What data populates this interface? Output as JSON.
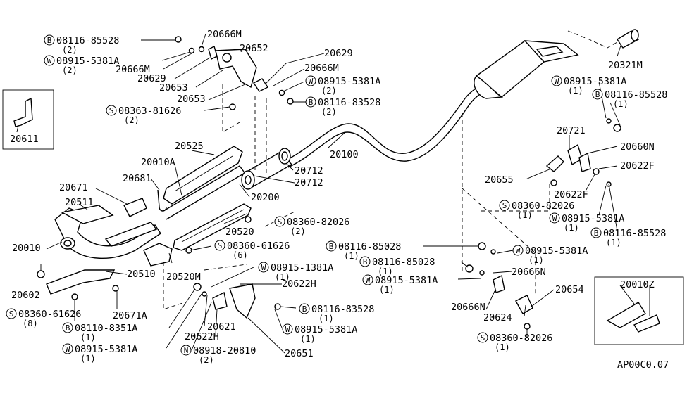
{
  "diagram_code": "AP00C0.07",
  "parts": {
    "p20321M": "20321M",
    "p20666M_a": "20666M",
    "p20666M_b": "20666M",
    "p20666M_c": "20666M",
    "p20652": "20652",
    "p20629_a": "20629",
    "p20629_b": "20629",
    "p20653_a": "20653",
    "p20653_b": "20653",
    "p20611": "20611",
    "p20525": "20525",
    "p20010A": "20010A",
    "p20681": "20681",
    "p20671": "20671",
    "p20511": "20511",
    "p20010": "20010",
    "p20602": "20602",
    "p20510": "20510",
    "p20671A": "20671A",
    "p20520M": "20520M",
    "p20520": "20520",
    "p20200": "20200",
    "p20712_a": "20712",
    "p20712_b": "20712",
    "p20100": "20100",
    "p20721": "20721",
    "p20660N": "20660N",
    "p20622F_a": "20622F",
    "p20622F_b": "20622F",
    "p20655": "20655",
    "p20666N_a": "20666N",
    "p20666N_b": "20666N",
    "p20654": "20654",
    "p20624": "20624",
    "p20622H_a": "20622H",
    "p20622H_b": "20622H",
    "p20621": "20621",
    "p20651": "20651",
    "p20010Z": "20010Z"
  },
  "fasteners": [
    {
      "prefix": "B",
      "number": "08116-85528",
      "qty": "(2)"
    },
    {
      "prefix": "W",
      "number": "08915-5381A",
      "qty": "(2)"
    },
    {
      "prefix": "W",
      "number": "08915-5381A",
      "qty": "(2)"
    },
    {
      "prefix": "B",
      "number": "08116-83528",
      "qty": "(2)"
    },
    {
      "prefix": "S",
      "number": "08363-81626",
      "qty": "(2)"
    },
    {
      "prefix": "W",
      "number": "08915-5381A",
      "qty": "(1)"
    },
    {
      "prefix": "B",
      "number": "08116-85528",
      "qty": "(1)"
    },
    {
      "prefix": "S",
      "number": "08360-82026",
      "qty": "(1)"
    },
    {
      "prefix": "W",
      "number": "08915-5381A",
      "qty": "(1)"
    },
    {
      "prefix": "B",
      "number": "08116-85528",
      "qty": "(1)"
    },
    {
      "prefix": "S",
      "number": "08360-82026",
      "qty": "(2)"
    },
    {
      "prefix": "S",
      "number": "08360-61626",
      "qty": "(6)"
    },
    {
      "prefix": "B",
      "number": "08116-85028",
      "qty": "(1)"
    },
    {
      "prefix": "W",
      "number": "08915-5381A",
      "qty": "(1)"
    },
    {
      "prefix": "B",
      "number": "08116-85028",
      "qty": "(1)"
    },
    {
      "prefix": "W",
      "number": "08915-5381A",
      "qty": "(1)"
    },
    {
      "prefix": "W",
      "number": "08915-1381A",
      "qty": "(1)"
    },
    {
      "prefix": "B",
      "number": "08116-83528",
      "qty": "(1)"
    },
    {
      "prefix": "W",
      "number": "08915-5381A",
      "qty": "(1)"
    },
    {
      "prefix": "S",
      "number": "08360-61626",
      "qty": "(8)"
    },
    {
      "prefix": "B",
      "number": "08110-8351A",
      "qty": "(1)"
    },
    {
      "prefix": "W",
      "number": "08915-5381A",
      "qty": "(1)"
    },
    {
      "prefix": "N",
      "number": "08918-20810",
      "qty": "(2)"
    },
    {
      "prefix": "S",
      "number": "08360-82026",
      "qty": "(1)"
    }
  ]
}
